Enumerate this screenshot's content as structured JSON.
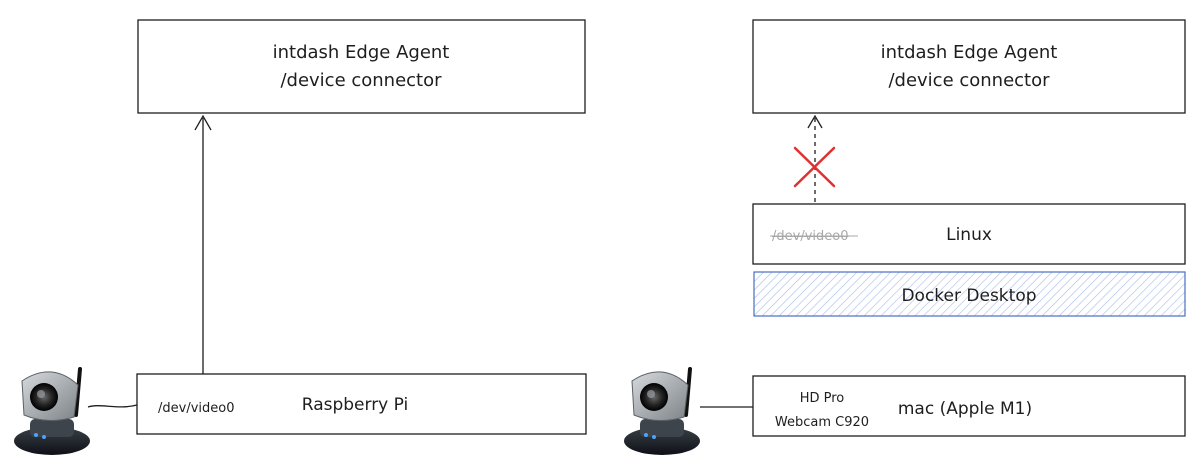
{
  "left": {
    "agent_box": {
      "line1": "intdash Edge Agent",
      "line2": "/device connector"
    },
    "host_box": {
      "device_path": "/dev/video0",
      "title": "Raspberry Pi"
    },
    "camera_icon": "webcam-icon"
  },
  "right": {
    "agent_box": {
      "line1": "intdash Edge Agent",
      "line2": "/device connector"
    },
    "linux_box": {
      "device_path": "/dev/video0",
      "title": "Linux"
    },
    "docker_box": {
      "title": "Docker Desktop"
    },
    "host_box": {
      "camera_line1": "HD Pro",
      "camera_line2": "Webcam C920",
      "title": "mac (Apple M1)"
    },
    "camera_icon": "webcam-icon",
    "blocked_icon": "cross-icon"
  },
  "colors": {
    "stroke": "#1e1e1e",
    "cross": "#e03131",
    "docker_border": "#4a6fc0",
    "muted_text": "#a8a8a8"
  }
}
